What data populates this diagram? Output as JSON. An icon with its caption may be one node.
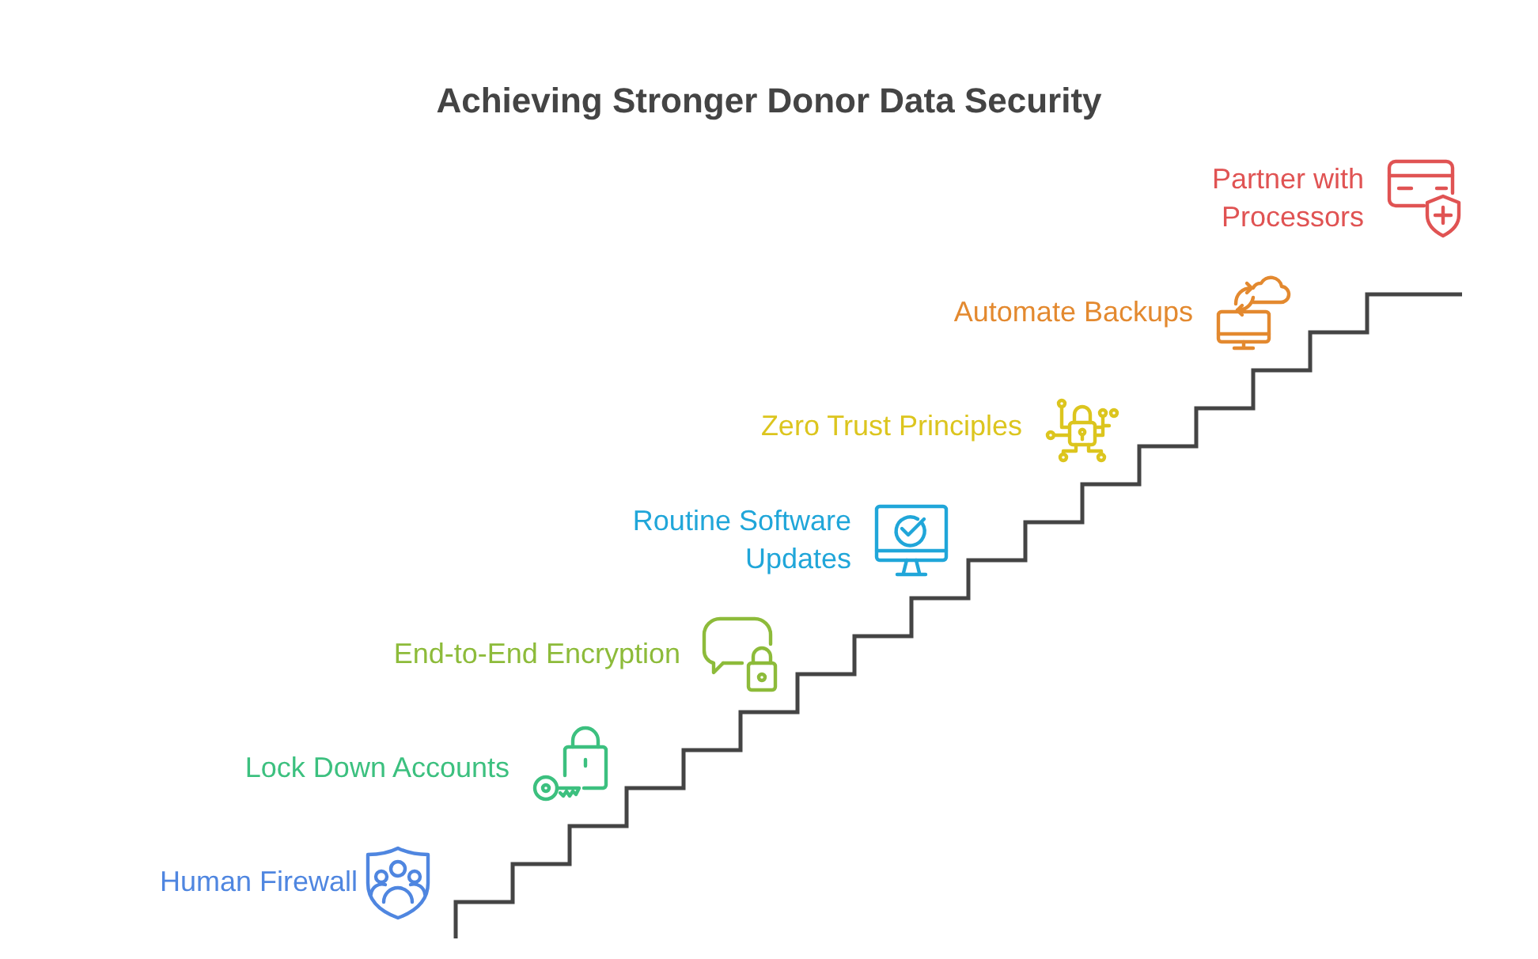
{
  "diagram": {
    "title": "Achieving Stronger Donor Data Security",
    "labels": [
      "Partner with Processors",
      "Automate Backups",
      "Zero Trust Principles",
      "Routine Software Updates",
      "End-to-End Encryption",
      "Lock Down Accounts",
      "Human Firewall"
    ]
  }
}
